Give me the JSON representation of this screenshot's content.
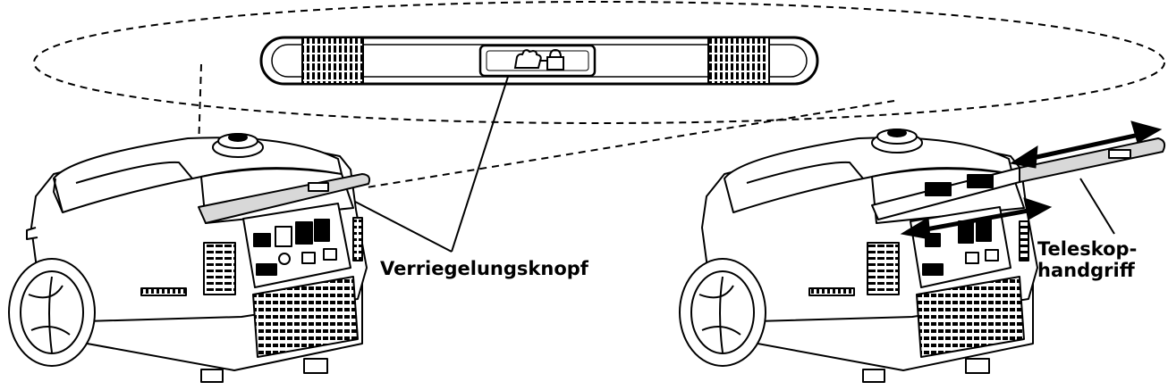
{
  "labels": {
    "locking_button": "Verriegelungsknopf",
    "telescopic_handle_line1": "Teleskop-",
    "telescopic_handle_line2": "handgriff"
  },
  "colors": {
    "line": "#000000",
    "handle_grey": "#d8d8d8",
    "background": "#ffffff"
  },
  "icons": {
    "detail_button_icon": "hand-lock-icon"
  }
}
